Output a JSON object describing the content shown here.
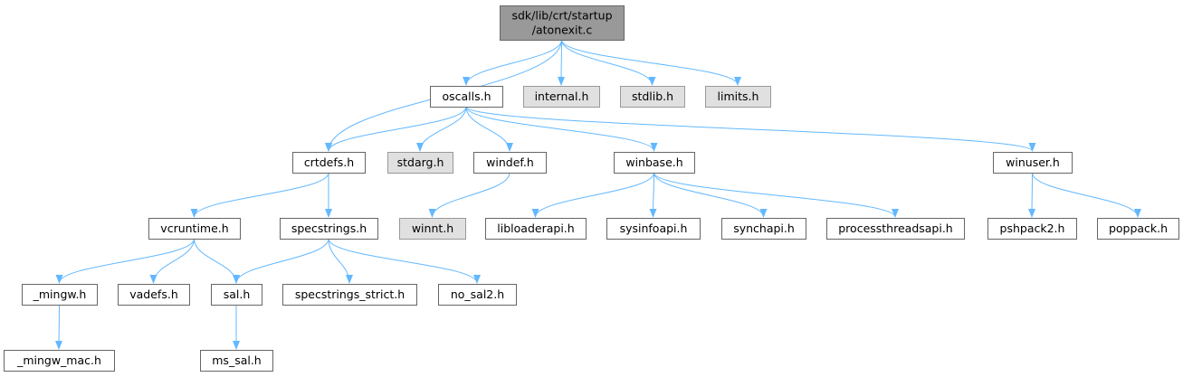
{
  "colors": {
    "root_fill": "#999999",
    "file_fill": "#ffffff",
    "external_fill": "#e0e0e0",
    "external_stroke": "#999999",
    "border": "#666666",
    "edge": "#63b8ff"
  },
  "nodes": {
    "atonexit": {
      "lines": [
        "sdk/lib/crt/startup",
        "/atonexit.c"
      ],
      "kind": "root"
    },
    "oscalls": {
      "lines": [
        "oscalls.h"
      ],
      "kind": "file"
    },
    "internal": {
      "lines": [
        "internal.h"
      ],
      "kind": "external"
    },
    "stdlib": {
      "lines": [
        "stdlib.h"
      ],
      "kind": "external"
    },
    "limits": {
      "lines": [
        "limits.h"
      ],
      "kind": "external"
    },
    "crtdefs": {
      "lines": [
        "crtdefs.h"
      ],
      "kind": "file"
    },
    "stdarg": {
      "lines": [
        "stdarg.h"
      ],
      "kind": "external"
    },
    "windef": {
      "lines": [
        "windef.h"
      ],
      "kind": "file"
    },
    "winbase": {
      "lines": [
        "winbase.h"
      ],
      "kind": "file"
    },
    "winuser": {
      "lines": [
        "winuser.h"
      ],
      "kind": "file"
    },
    "vcruntime": {
      "lines": [
        "vcruntime.h"
      ],
      "kind": "file"
    },
    "specstrings": {
      "lines": [
        "specstrings.h"
      ],
      "kind": "file"
    },
    "winnt": {
      "lines": [
        "winnt.h"
      ],
      "kind": "external"
    },
    "libloaderapi": {
      "lines": [
        "libloaderapi.h"
      ],
      "kind": "file"
    },
    "sysinfoapi": {
      "lines": [
        "sysinfoapi.h"
      ],
      "kind": "file"
    },
    "synchapi": {
      "lines": [
        "synchapi.h"
      ],
      "kind": "file"
    },
    "processthreadsapi": {
      "lines": [
        "processthreadsapi.h"
      ],
      "kind": "file"
    },
    "pshpack2": {
      "lines": [
        "pshpack2.h"
      ],
      "kind": "file"
    },
    "poppack": {
      "lines": [
        "poppack.h"
      ],
      "kind": "file"
    },
    "mingw": {
      "lines": [
        "_mingw.h"
      ],
      "kind": "file"
    },
    "vadefs": {
      "lines": [
        "vadefs.h"
      ],
      "kind": "file"
    },
    "sal": {
      "lines": [
        "sal.h"
      ],
      "kind": "file"
    },
    "specstrings_strict": {
      "lines": [
        "specstrings_strict.h"
      ],
      "kind": "file"
    },
    "no_sal2": {
      "lines": [
        "no_sal2.h"
      ],
      "kind": "file"
    },
    "mingw_mac": {
      "lines": [
        "_mingw_mac.h"
      ],
      "kind": "file"
    },
    "ms_sal": {
      "lines": [
        "ms_sal.h"
      ],
      "kind": "file"
    }
  },
  "edges": [
    [
      "atonexit",
      "crtdefs"
    ],
    [
      "atonexit",
      "oscalls"
    ],
    [
      "atonexit",
      "internal"
    ],
    [
      "atonexit",
      "stdlib"
    ],
    [
      "atonexit",
      "limits"
    ],
    [
      "oscalls",
      "crtdefs"
    ],
    [
      "oscalls",
      "stdarg"
    ],
    [
      "oscalls",
      "windef"
    ],
    [
      "oscalls",
      "winbase"
    ],
    [
      "oscalls",
      "winuser"
    ],
    [
      "crtdefs",
      "vcruntime"
    ],
    [
      "crtdefs",
      "specstrings"
    ],
    [
      "windef",
      "winnt"
    ],
    [
      "winbase",
      "libloaderapi"
    ],
    [
      "winbase",
      "sysinfoapi"
    ],
    [
      "winbase",
      "synchapi"
    ],
    [
      "winbase",
      "processthreadsapi"
    ],
    [
      "winuser",
      "pshpack2"
    ],
    [
      "winuser",
      "poppack"
    ],
    [
      "vcruntime",
      "mingw"
    ],
    [
      "vcruntime",
      "vadefs"
    ],
    [
      "vcruntime",
      "sal"
    ],
    [
      "specstrings",
      "sal"
    ],
    [
      "specstrings",
      "specstrings_strict"
    ],
    [
      "specstrings",
      "no_sal2"
    ],
    [
      "mingw",
      "mingw_mac"
    ],
    [
      "sal",
      "ms_sal"
    ]
  ]
}
